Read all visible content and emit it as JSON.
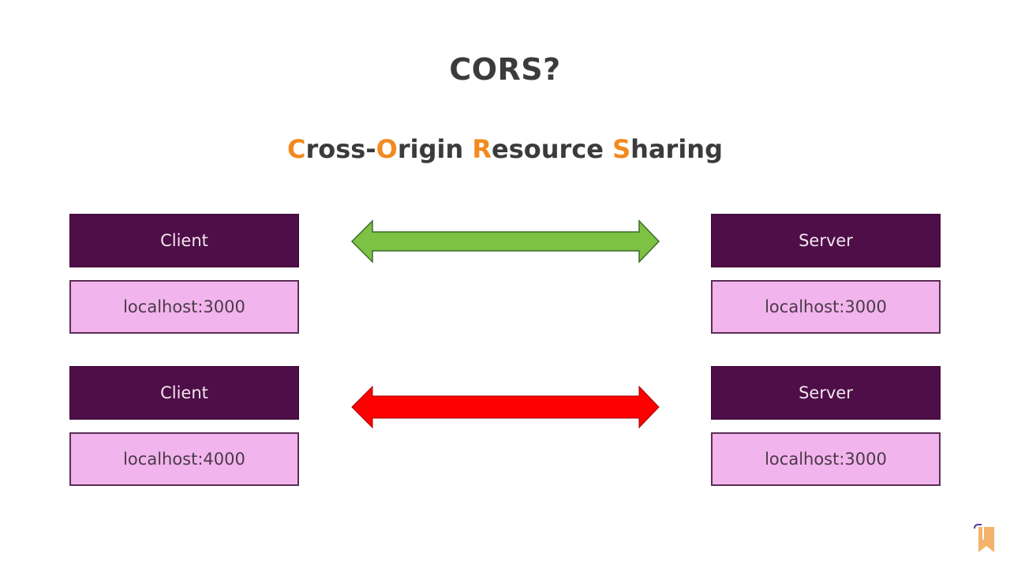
{
  "title": "CORS?",
  "subtitle": {
    "parts": [
      {
        "text": "C",
        "highlight": true
      },
      {
        "text": "ross-",
        "highlight": false
      },
      {
        "text": "O",
        "highlight": true
      },
      {
        "text": "rigin ",
        "highlight": false
      },
      {
        "text": "R",
        "highlight": true
      },
      {
        "text": "esource ",
        "highlight": false
      },
      {
        "text": "S",
        "highlight": true
      },
      {
        "text": "haring",
        "highlight": false
      }
    ]
  },
  "rows": [
    {
      "client": {
        "label": "Client",
        "host": "localhost:3000"
      },
      "server": {
        "label": "Server",
        "host": "localhost:3000"
      },
      "arrow_color": "#7dc242"
    },
    {
      "client": {
        "label": "Client",
        "host": "localhost:4000"
      },
      "server": {
        "label": "Server",
        "host": "localhost:3000"
      },
      "arrow_color": "#ff0000"
    }
  ],
  "colors": {
    "highlight": "#f28a1e",
    "box_dark": "#4e0e47",
    "box_light": "#f2b4ec"
  },
  "logo_icon": "bookmark-logo-icon"
}
